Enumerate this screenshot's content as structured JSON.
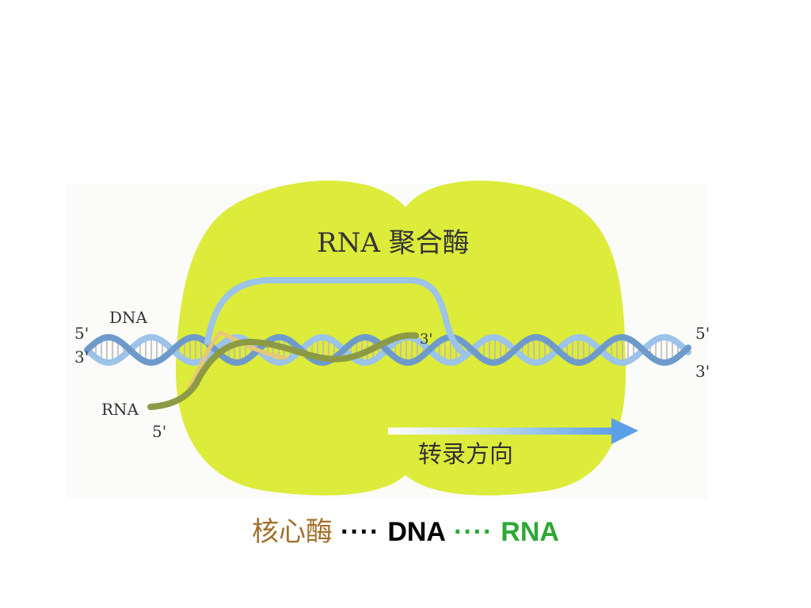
{
  "diagram": {
    "enzyme_label": "RNA 聚合酶",
    "dna_label": "DNA",
    "rna_label": "RNA",
    "end_5_left": "5'",
    "end_3_left": "3'",
    "end_5_right": "5'",
    "end_3_right": "3'",
    "end_5_rna": "5'",
    "end_3_rna": "3'",
    "direction_label": "转录方向",
    "colors": {
      "enzyme": "#DDEB3A",
      "dna_strand": "#9CC3E8",
      "dna_strand_dark": "#6E9ACB",
      "rna_strand": "#8D9A45",
      "rna_template": "#E6C77A",
      "arrow": "#5B9FE8"
    }
  },
  "caption": {
    "term": "核心酶",
    "sep1": "····",
    "dna": "DNA",
    "sep2": "····",
    "rna": "RNA",
    "colors": {
      "term": "#A0702A",
      "dna": "#000000",
      "rna": "#2EA836"
    }
  }
}
